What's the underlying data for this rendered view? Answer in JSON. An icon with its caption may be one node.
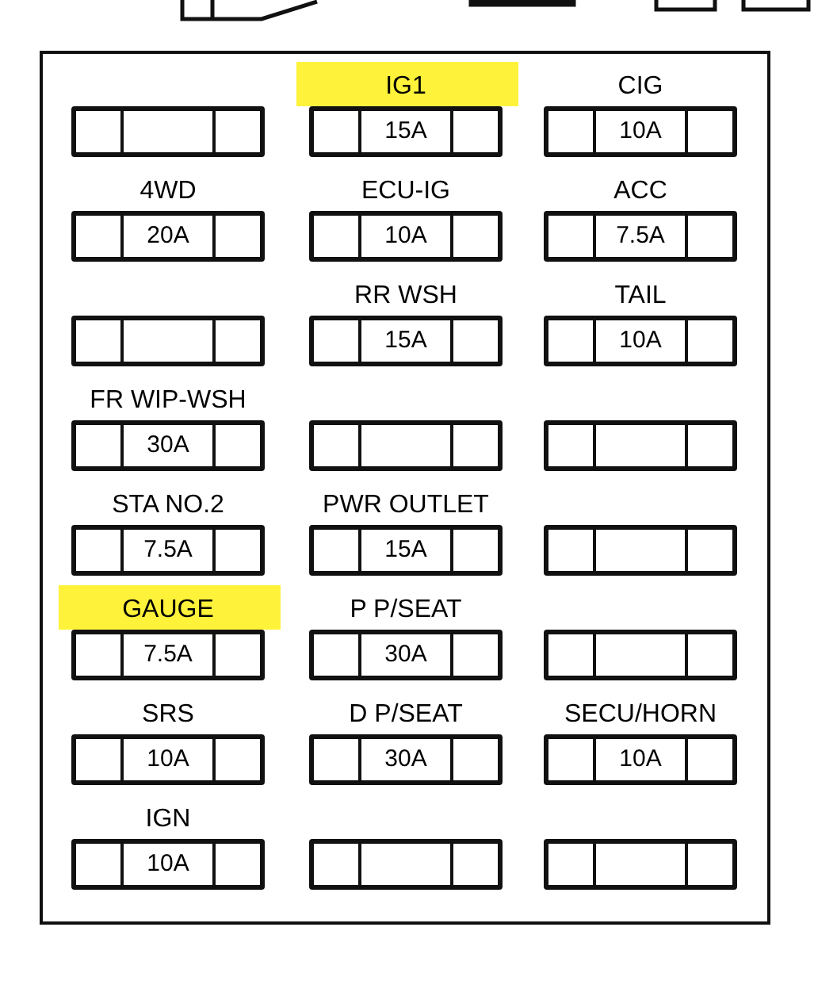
{
  "diagram": {
    "nodes": [
      {
        "text": [],
        "shape": "box"
      },
      {
        "text": [],
        "shape": "box",
        "in": 0
      },
      {
        "text": [
          "IG1",
          "15A"
        ],
        "in": 0
      },
      {
        "text": [
          "CIG",
          "10A"
        ],
        "in": 0
      },
      {
        "text": [
          "4WD",
          "20A"
        ],
        "in": 0
      },
      {
        "text": [
          "ECU-IG",
          "10A"
        ],
        "in": 0
      },
      {
        "text": [
          "ACC",
          "7.5A"
        ],
        "in": 0
      },
      {
        "text": [],
        "shape": "box",
        "in": 0
      },
      {
        "text": [
          "RR WSH",
          "15A"
        ],
        "in": 0
      },
      {
        "text": [
          "TAIL",
          "10A"
        ],
        "in": 0
      },
      {
        "text": [
          "FR WIP-WSH",
          "30A"
        ],
        "in": 0
      },
      {
        "text": [],
        "shape": "box",
        "in": 0
      },
      {
        "text": [],
        "shape": "box",
        "in": 0
      },
      {
        "text": [
          "STA NO.2",
          "7.5A"
        ],
        "in": 0
      },
      {
        "text": [
          "PWR OUTLET",
          "15A"
        ],
        "in": 0
      },
      {
        "text": [],
        "shape": "box",
        "in": 0
      },
      {
        "text": [
          "GAUGE",
          "7.5A"
        ],
        "in": 0
      },
      {
        "text": [
          "P P/SEAT",
          "30A"
        ],
        "in": 0
      },
      {
        "text": [],
        "shape": "box",
        "in": 0
      },
      {
        "text": [
          "SRS",
          "10A"
        ],
        "in": 0
      },
      {
        "text": [
          "D P/SEAT",
          "30A"
        ],
        "in": 0
      },
      {
        "text": [
          "SECU/HORN",
          "10A"
        ],
        "in": 0
      },
      {
        "text": [
          "IGN",
          "10A"
        ],
        "in": 0
      },
      {
        "text": [],
        "shape": "box",
        "in": 0
      },
      {
        "text": [],
        "shape": "box",
        "in": 0
      }
    ]
  }
}
